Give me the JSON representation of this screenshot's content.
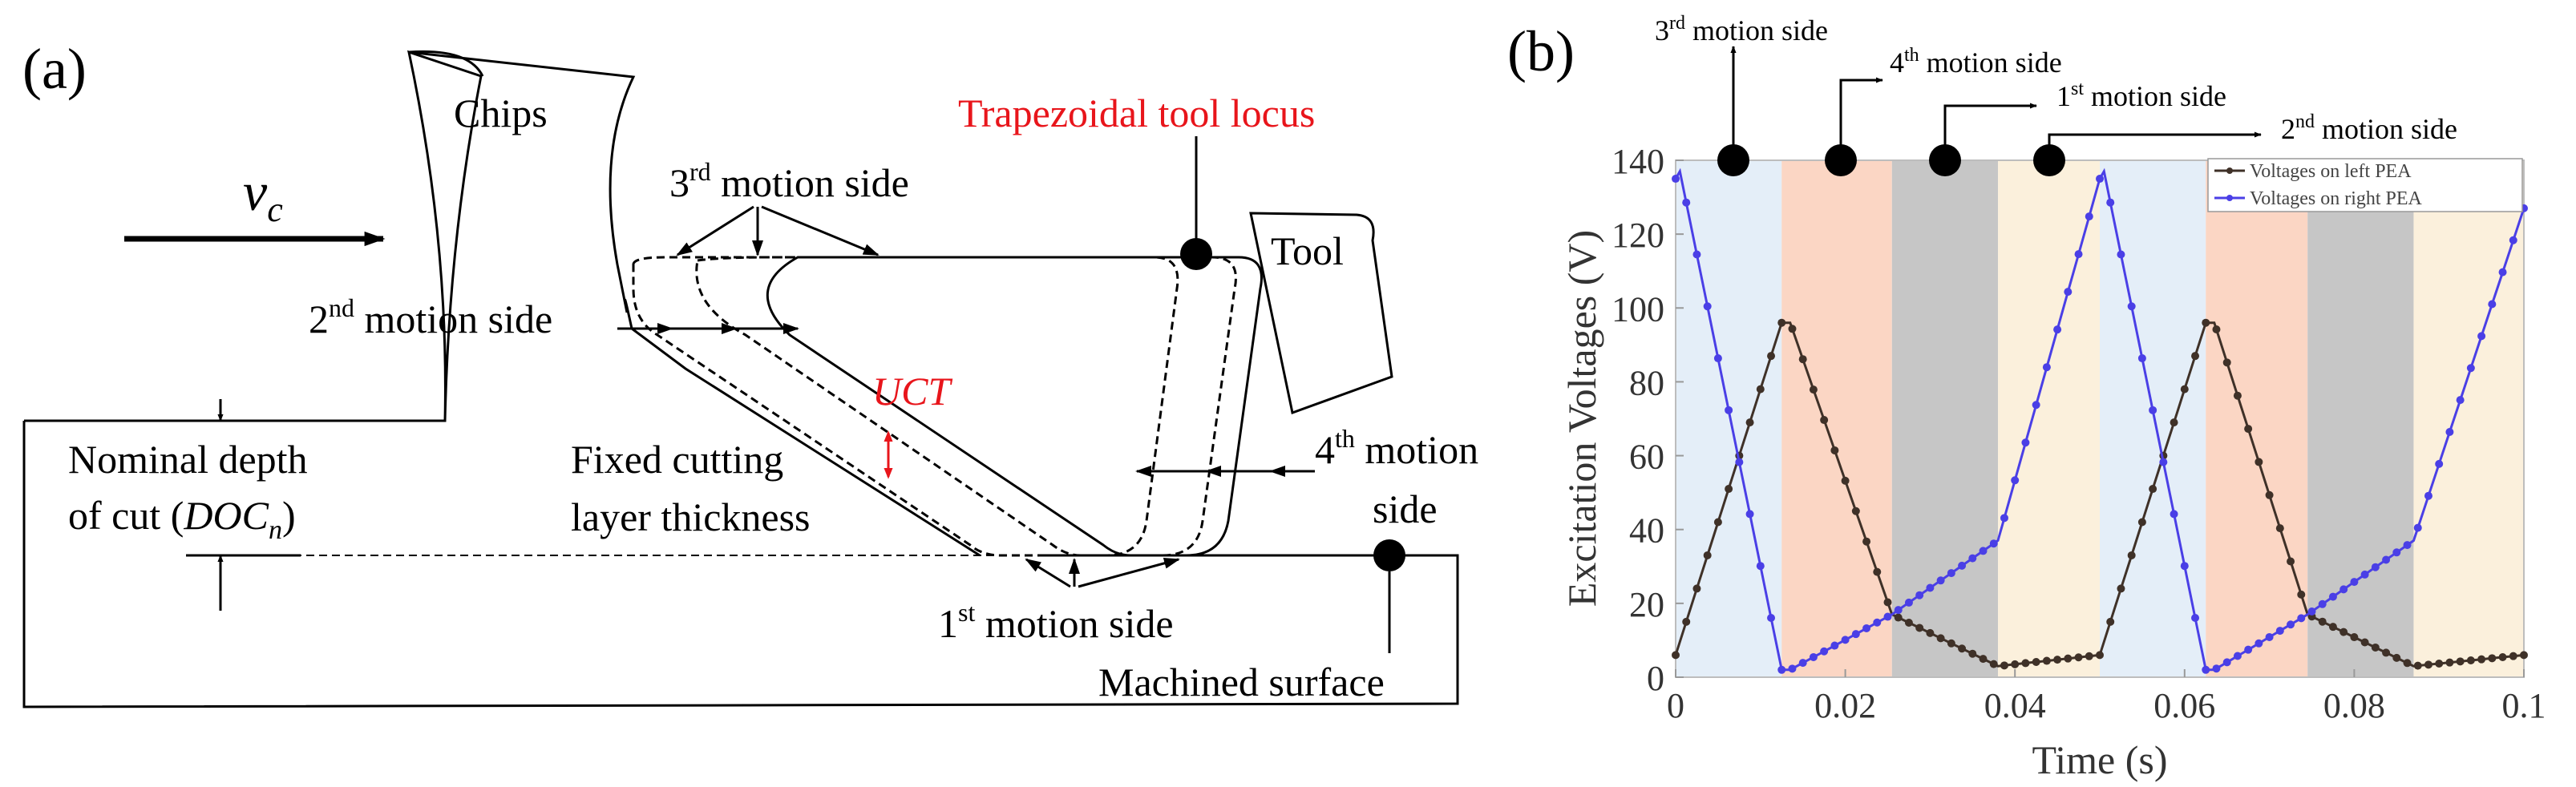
{
  "panel_a": {
    "label": "(a)",
    "vc_symbol": "v",
    "vc_subscript": "c",
    "chips": "Chips",
    "tool": "Tool",
    "locus": "Trapezoidal tool locus",
    "side3": {
      "pre": "3",
      "sup": "rd",
      "post": " motion side"
    },
    "side2": {
      "pre": "2",
      "sup": "nd",
      "post": " motion side"
    },
    "side4": {
      "pre": "4",
      "sup": "th",
      "post": " motion",
      "line2": "side"
    },
    "side1": {
      "pre": "1",
      "sup": "st",
      "post": " motion side"
    },
    "uct": "UCT",
    "fixed_line1": "Fixed cutting",
    "fixed_line2": "layer thickness",
    "doc_line1": "Nominal depth",
    "doc_line2_pre": "of cut (",
    "doc_var": "DOC",
    "doc_sub": "n",
    "doc_close": ")",
    "machined": "Machined surface",
    "colors": {
      "locus_red": "#e8151b"
    }
  },
  "panel_b": {
    "label": "(b)",
    "phase_annotations": [
      {
        "pre": "3",
        "sup": "rd",
        "post": " motion side"
      },
      {
        "pre": "4",
        "sup": "th",
        "post": " motion side"
      },
      {
        "pre": "1",
        "sup": "st",
        "post": " motion side"
      },
      {
        "pre": "2",
        "sup": "nd",
        "post": " motion side"
      }
    ]
  },
  "chart_data": {
    "type": "line",
    "xlabel": "Time (s)",
    "ylabel": "Excitation Voltages (V)",
    "xlim": [
      0,
      0.1
    ],
    "ylim": [
      0,
      140
    ],
    "xticks": [
      "0",
      "0.02",
      "0.04",
      "0.06",
      "0.08",
      "0.1"
    ],
    "yticks": [
      "0",
      "20",
      "40",
      "60",
      "80",
      "100",
      "120",
      "140"
    ],
    "legend_position": "top-right",
    "legend": [
      "Voltages on left PEA",
      "Voltages on right PEA"
    ],
    "phase_bands": [
      {
        "start": 0,
        "end": 0.0125,
        "color": "#e4eef8"
      },
      {
        "start": 0.0125,
        "end": 0.0255,
        "color": "#fbd6c4"
      },
      {
        "start": 0.0255,
        "end": 0.038,
        "color": "#c6c6c6"
      },
      {
        "start": 0.038,
        "end": 0.05,
        "color": "#fbf0dc"
      },
      {
        "start": 0.05,
        "end": 0.0625,
        "color": "#e4eef8"
      },
      {
        "start": 0.0625,
        "end": 0.0745,
        "color": "#fbd6c4"
      },
      {
        "start": 0.0745,
        "end": 0.087,
        "color": "#c6c6c6"
      },
      {
        "start": 0.087,
        "end": 0.1,
        "color": "#fbf0dc"
      }
    ],
    "series": [
      {
        "name": "Voltages on left PEA",
        "color": "#3f3128",
        "x": [
          0,
          0.0125,
          0.0135,
          0.0255,
          0.038,
          0.05,
          0.0625,
          0.0635,
          0.0745,
          0.087,
          0.1
        ],
        "y": [
          6,
          96,
          96,
          17,
          3,
          6,
          96,
          96,
          17,
          3,
          6
        ]
      },
      {
        "name": "Voltages on right PEA",
        "color": "#4a3fe6",
        "x": [
          0,
          0.0005,
          0.0125,
          0.0135,
          0.0255,
          0.038,
          0.05,
          0.0505,
          0.0625,
          0.0635,
          0.0745,
          0.087,
          0.1
        ],
        "y": [
          135,
          137,
          2,
          2,
          17,
          37,
          135,
          137,
          2,
          2,
          17,
          37,
          127
        ]
      }
    ],
    "marker_count": 80
  }
}
